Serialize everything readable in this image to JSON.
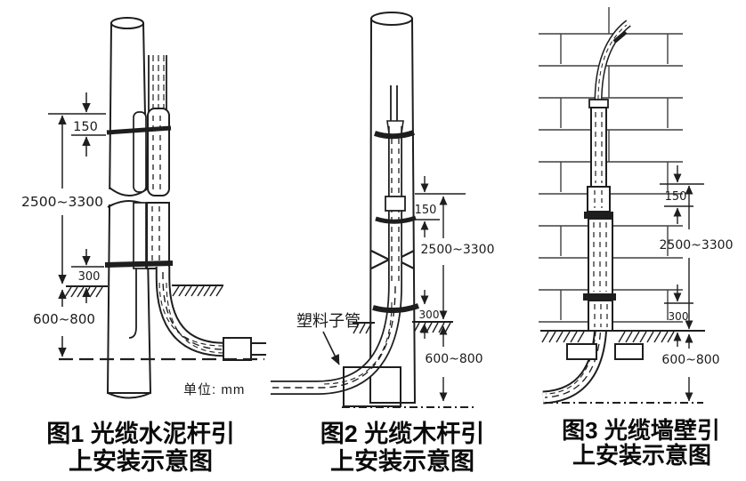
{
  "colors": {
    "ink": "#1e1e1e",
    "paper": "#ffffff",
    "caption": "#0a0a0a"
  },
  "unit_note": "单位: mm",
  "figures": [
    {
      "name": "cement-pole",
      "caption_line1": "图1 光缆水泥杆引",
      "caption_line2": "上安装示意图",
      "dims": {
        "top_offset": "150",
        "pole_height": "2500~3300",
        "clamp_to_ground": "300",
        "burial_depth": "600~800"
      }
    },
    {
      "name": "wood-pole",
      "caption_line1": "图2 光缆木杆引",
      "caption_line2": "上安装示意图",
      "duct_label": "塑料子管",
      "dims": {
        "top_offset": "150",
        "pole_height": "2500~3300",
        "clamp_to_ground": "300",
        "burial_depth": "600~800"
      }
    },
    {
      "name": "wall",
      "caption_line1": "图3 光缆墙壁引",
      "caption_line2": "上安装示意图",
      "dims": {
        "top_offset": "150",
        "pole_height": "2500~3300",
        "clamp_to_ground": "300",
        "burial_depth": "600~800"
      }
    }
  ]
}
